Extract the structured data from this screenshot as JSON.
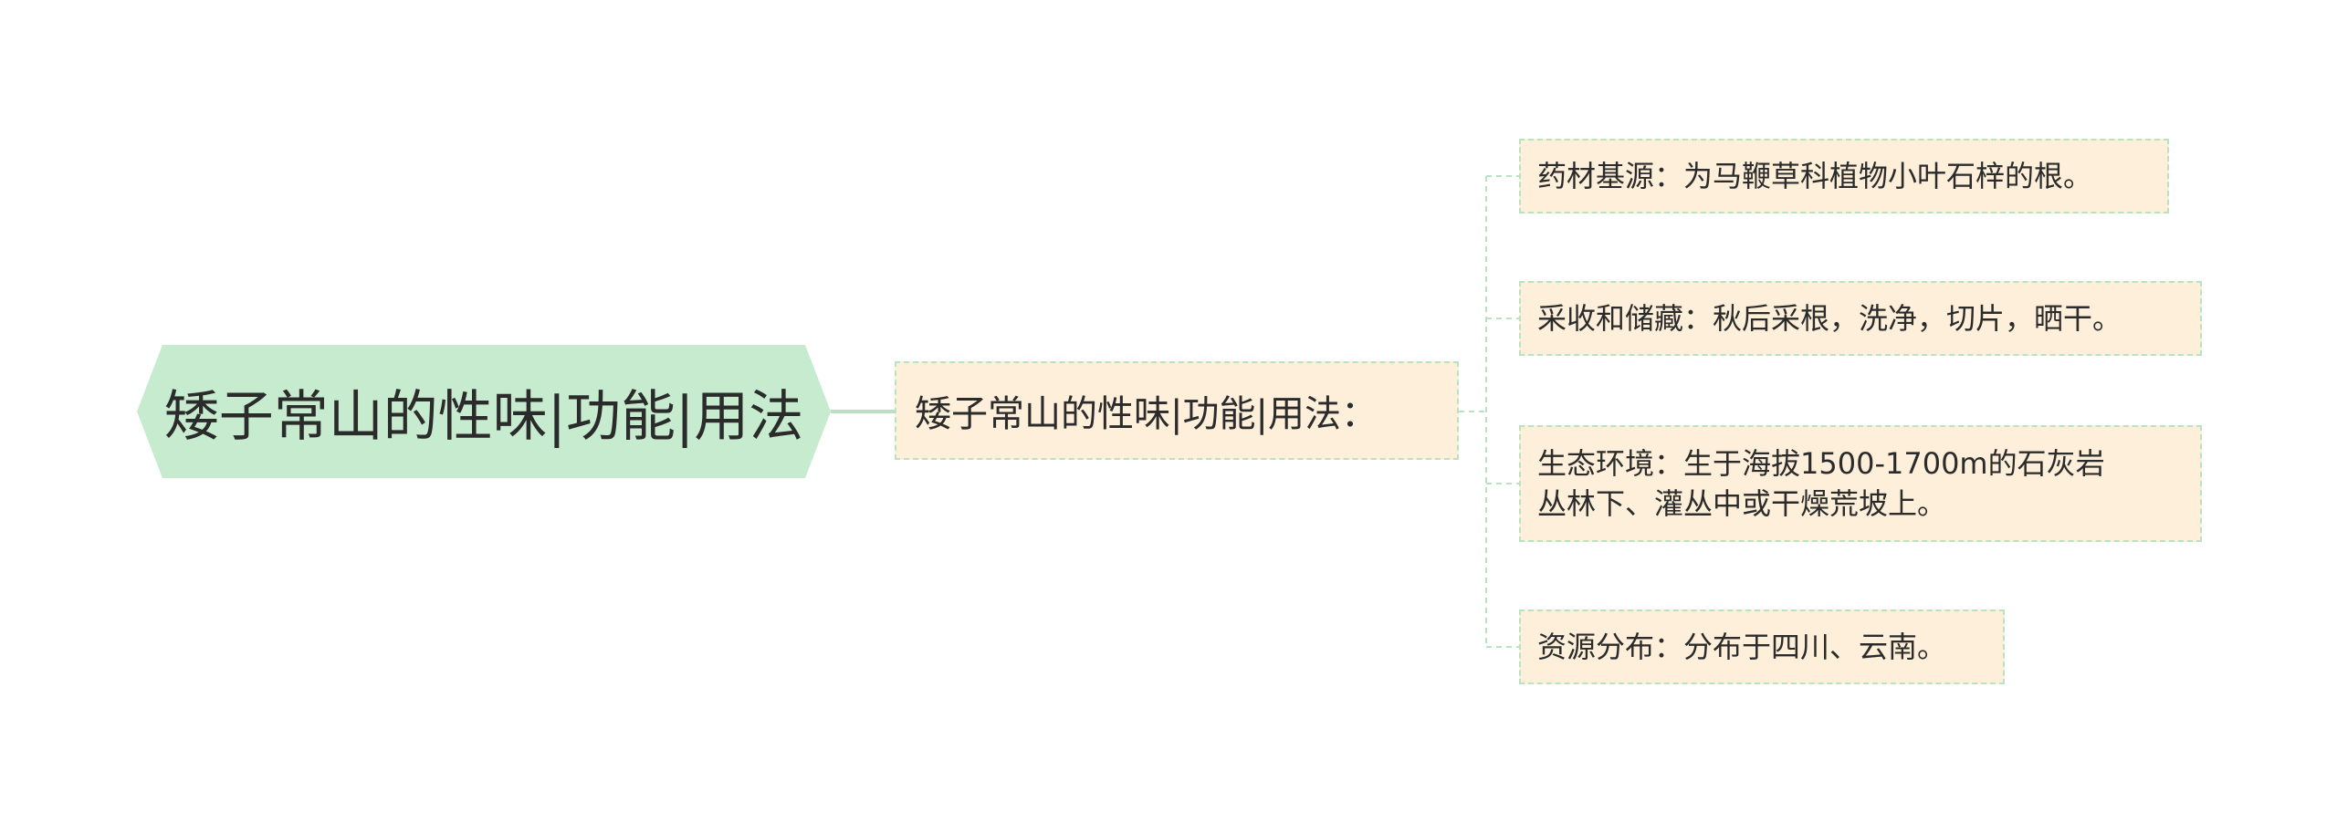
{
  "colors": {
    "root_fill": "#c6ebce",
    "node_fill": "#fdefd9",
    "node_border": "#b9e2c2",
    "connector": "#b9e2c2",
    "text": "#2b2b2b"
  },
  "root": {
    "label": "矮子常山的性味|功能|用法"
  },
  "branch": {
    "label": "矮子常山的性味|功能|用法："
  },
  "leaves": [
    {
      "line1": "药材基源：为马鞭草科植物小叶石梓的根。"
    },
    {
      "line1": "采收和储藏：秋后采根，洗净，切片，晒干。"
    },
    {
      "line1": "生态环境：生于海拔1500-1700m的石灰岩",
      "line2": "丛林下、灌丛中或干燥荒坡上。"
    },
    {
      "line1": "资源分布：分布于四川、云南。"
    }
  ]
}
